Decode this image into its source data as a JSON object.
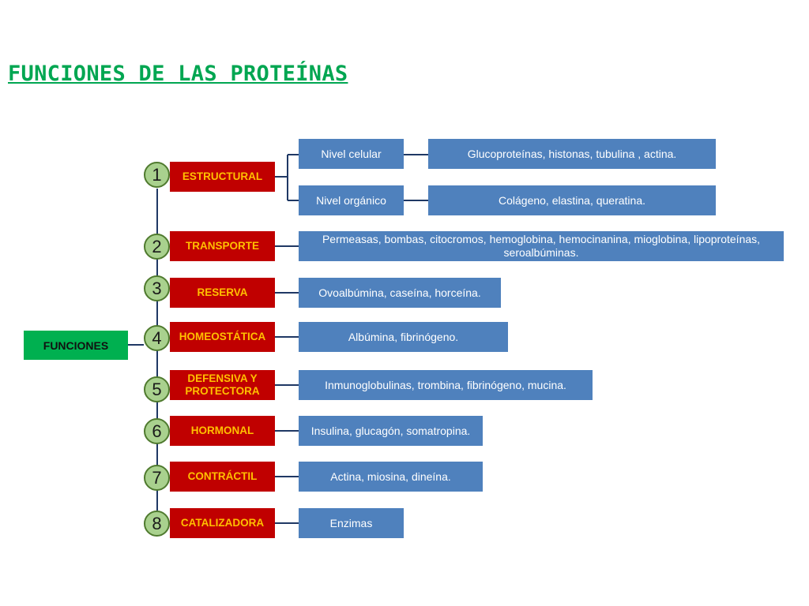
{
  "title": "FUNCIONES DE LAS PROTEÍNAS",
  "root": "FUNCIONES",
  "functions": [
    {
      "number": "1",
      "name": "ESTRUCTURAL",
      "sublevels": [
        {
          "label": "Nivel celular",
          "examples": "Glucoproteínas, histonas, tubulina , actina."
        },
        {
          "label": "Nivel orgánico",
          "examples": "Colágeno, elastina, queratina."
        }
      ]
    },
    {
      "number": "2",
      "name": "TRANSPORTE",
      "examples": "Permeasas, bombas, citocromos, hemoglobina, hemocinanina, mioglobina, lipoproteínas, seroalbúminas."
    },
    {
      "number": "3",
      "name": "RESERVA",
      "examples": "Ovoalbúmina, caseína, horceína."
    },
    {
      "number": "4",
      "name": "HOMEOSTÁTICA",
      "examples": "Albúmina, fibrinógeno."
    },
    {
      "number": "5",
      "name": "DEFENSIVA Y PROTECTORA",
      "examples": "Inmunoglobulinas, trombina, fibrinógeno, mucina."
    },
    {
      "number": "6",
      "name": "HORMONAL",
      "examples": "Insulina, glucagón, somatropina."
    },
    {
      "number": "7",
      "name": "CONTRÁCTIL",
      "examples": "Actina, miosina, dineína."
    },
    {
      "number": "8",
      "name": "CATALIZADORA",
      "examples": "Enzimas"
    }
  ],
  "colors": {
    "title": "#00a651",
    "root": "#00b050",
    "function_box": "#c00000",
    "function_text": "#ffc000",
    "example_box": "#4f81bd",
    "number_circle": "#a9d18e",
    "connector": "#1f3864"
  }
}
